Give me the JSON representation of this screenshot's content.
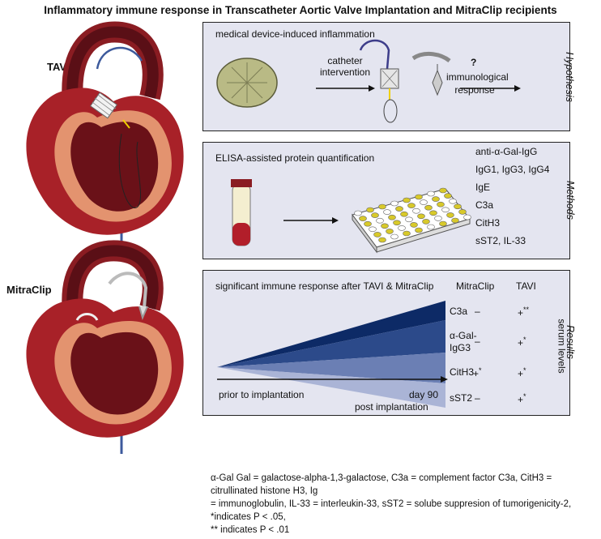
{
  "title": "Inflammatory immune response in Transcatheter Aortic Valve Implantation and MitraClip recipients",
  "hearts": {
    "top_label": "TAVI",
    "bottom_label": "MitraClip"
  },
  "hypothesis": {
    "side_label": "Hypothesis",
    "heading": "medical device-induced inflammation",
    "arrow_label_line1": "catheter",
    "arrow_label_line2": "intervention",
    "question_mark": "?",
    "outcome_line1": "immunological",
    "outcome_line2": "response"
  },
  "methods": {
    "side_label": "Methods",
    "heading": "ELISA-assisted protein quantification",
    "markers": [
      "anti-α-Gal-IgG",
      "IgG1, IgG3, IgG4",
      "IgE",
      "C3a",
      "CitH3",
      "sST2, IL-33"
    ]
  },
  "results": {
    "side_label": "Results",
    "heading": "significant immune response after TAVI & MitraClip",
    "col_mitraclip": "MitraClip",
    "col_tavi": "TAVI",
    "vertical_label": "serum levels",
    "x_start": "prior to implantation",
    "x_end_line1": "day 90",
    "x_end_line2": "post implantation",
    "rows": [
      {
        "marker": "C3a",
        "mitraclip": "–",
        "tavi": "+",
        "tavi_sup": "**",
        "mitraclip_sup": ""
      },
      {
        "marker": "α-Gal-",
        "marker2": "IgG3",
        "mitraclip": "–",
        "tavi": "+",
        "tavi_sup": "*",
        "mitraclip_sup": ""
      },
      {
        "marker": "CitH3",
        "mitraclip": "+",
        "mitraclip_sup": "*",
        "tavi": "+",
        "tavi_sup": "*"
      },
      {
        "marker": "sST2",
        "mitraclip": "–",
        "tavi": "+",
        "tavi_sup": "*",
        "mitraclip_sup": ""
      }
    ],
    "wedge_colors": [
      "#0d2a66",
      "#2c4a8a",
      "#6b7fb4",
      "#aab4d6"
    ]
  },
  "footnote": {
    "line1": "α-Gal Gal = galactose-alpha-1,3-galactose, C3a = complement factor C3a, CitH3 = citrullinated histone H3, Ig",
    "line2": "= immunoglobulin, IL-33 = interleukin-33, sST2 = solube suppresion of tumorigenicity-2, *indicates P < .05,",
    "line3": "** indicates P < .01"
  }
}
